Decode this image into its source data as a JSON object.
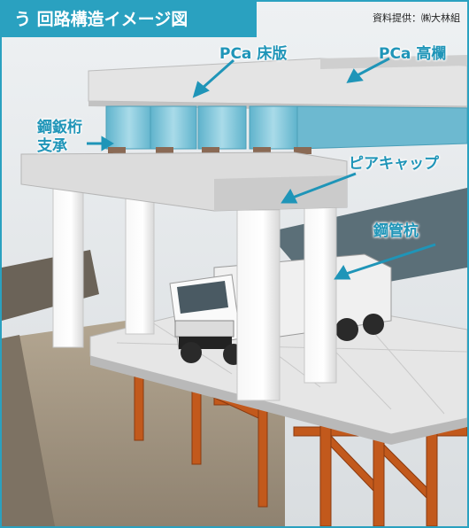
{
  "title": "う 回路構造イメージ図",
  "credit": "資料提供：㈱大林組",
  "labels": {
    "pca_deck": "PCa 床版",
    "pca_railing": "PCa 高欄",
    "steel_girder": "鋼鈑桁",
    "bearing": "支承",
    "pier_cap": "ピアキャップ",
    "steel_pipe_pile": "鋼管杭"
  },
  "colors": {
    "frame": "#2aa1c0",
    "label": "#1f95b8",
    "concrete": "#d9d9d9",
    "girder": "#7fc3d8",
    "bearing": "#8a6a55",
    "steel_frame": "#c2591c",
    "soil": "#a89a86",
    "road": "#e4e4e4"
  }
}
